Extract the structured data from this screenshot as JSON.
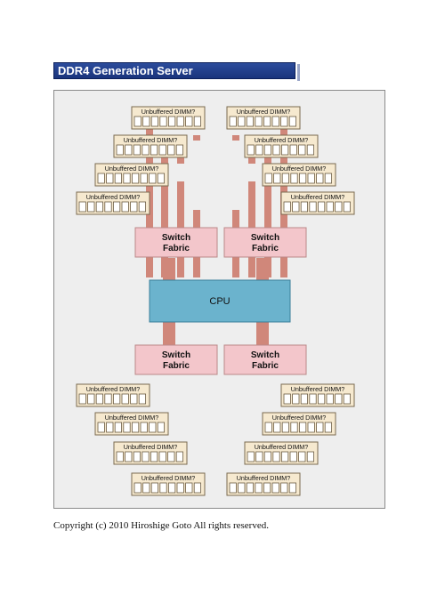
{
  "title": "DDR4 Generation Server",
  "copyright": "Copyright (c) 2010 Hiroshige Goto All rights reserved.",
  "cpu_label": "CPU",
  "switch_label_line1": "Switch",
  "switch_label_line2": "Fabric",
  "dimm_label": "Unbuffered DIMM?",
  "colors": {
    "title_bar": "#1f3c8c",
    "panel_bg": "#eeeeee",
    "lane": "#d0877a",
    "switch_fill": "#f3c6cb",
    "cpu_fill": "#6bb3cd",
    "dimm_fill": "#f6e9cf"
  }
}
